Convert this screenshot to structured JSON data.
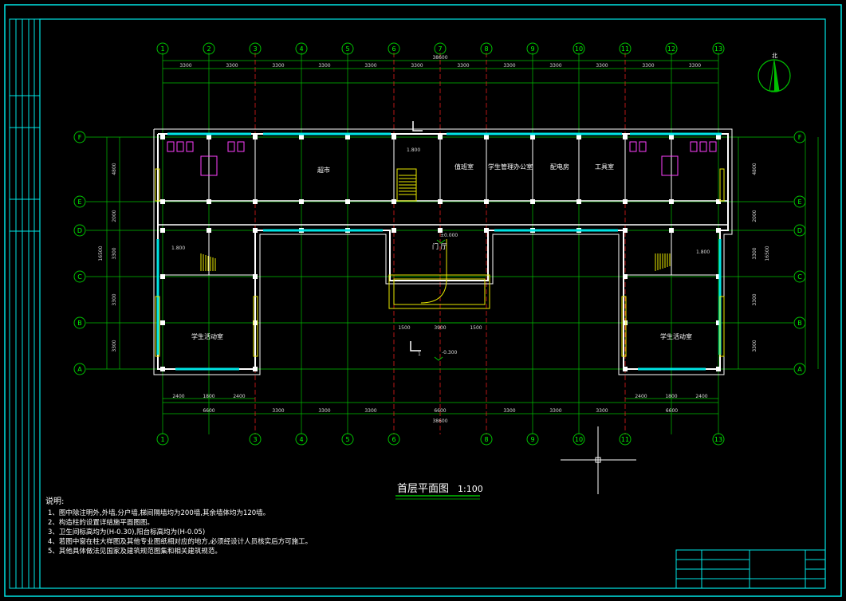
{
  "axes_top": [
    "1",
    "2",
    "3",
    "4",
    "5",
    "6",
    "7",
    "8",
    "9",
    "10",
    "11",
    "12",
    "13"
  ],
  "axes_bottom": [
    "1",
    "3",
    "4",
    "5",
    "6",
    "8",
    "9",
    "10",
    "11",
    "13"
  ],
  "axes_rows": [
    "F",
    "E",
    "D",
    "C",
    "B",
    "A"
  ],
  "dims": {
    "total": "38600",
    "top_spans": [
      "3300",
      "3300",
      "3300",
      "3300",
      "3300",
      "3300",
      "3300",
      "3300",
      "3300",
      "3300",
      "3300",
      "3300"
    ],
    "bottom_spans": [
      "6600",
      "3300",
      "3300",
      "3300",
      "6600",
      "3300",
      "3300",
      "3300",
      "6600"
    ],
    "bottom_small": [
      "2400",
      "1800",
      "2400",
      "2400",
      "1800",
      "2400"
    ],
    "left_total": "16500",
    "left_spans": [
      "4800",
      "2000",
      "3300",
      "3300",
      "3300"
    ],
    "right_total": "16500",
    "right_spans": [
      "4800",
      "2000",
      "3300",
      "3300",
      "3300"
    ],
    "lobby": [
      "1500",
      "3900",
      "1500"
    ]
  },
  "rooms": {
    "supermarket": "超市",
    "duty": "值班室",
    "student_office": "学生管理办公室",
    "power": "配电房",
    "tools": "工具室",
    "activity_left": "学生活动室",
    "activity_right": "学生活动室",
    "hall": "门 厅"
  },
  "elev": {
    "lobby": "±0.000",
    "outside": "-0.300",
    "stair_l": "1.800",
    "stair_r": "1.800",
    "stair_top": "1.800"
  },
  "section_mark": "1",
  "drawing_title": "首层平面图",
  "scale": "1:100",
  "notes_title": "说明:",
  "notes": [
    "1、图中除注明外,外墙,分户墙,梯间隔墙均为200墙,其余墙体均为120墙。",
    "2、构造柱的设置详结施平面图图。",
    "3、卫生间标高均为(H-0.30),阳台标高均为(H-0.05)",
    "4、若图中窗在柱大样图及其他专业图纸相对应的地方,必须经设计人员核实后方可施工。",
    "5、其他具体做法见国家及建筑规范图集和相关建筑规范。"
  ],
  "colors": {
    "frame": "#00e5e5",
    "axis": "#00c000",
    "wall": "#ffffff",
    "window": "#00e5e5",
    "red": "#ff2020",
    "yellow": "#e8e800",
    "magenta": "#ff40ff"
  }
}
